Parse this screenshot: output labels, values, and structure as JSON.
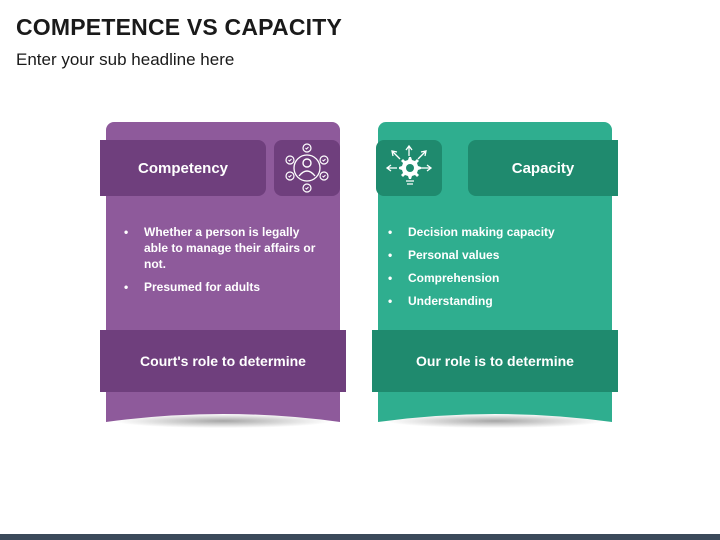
{
  "slide": {
    "title": "COMPETENCE VS CAPACITY",
    "subtitle": "Enter your sub headline here"
  },
  "cards": {
    "left": {
      "heading": "Competency",
      "icon": "person-network-icon",
      "bullets": [
        "Whether a person is legally able to manage their affairs or not.",
        "Presumed for adults"
      ],
      "footer": "Court's role to determine",
      "color_main": "#8e5a9b",
      "color_dark": "#6f3f7d"
    },
    "right": {
      "heading": "Capacity",
      "icon": "gear-head-icon",
      "bullets": [
        "Decision making capacity",
        "Personal values",
        "Comprehension",
        "Understanding"
      ],
      "footer": "Our role is to determine",
      "color_main": "#2fae8f",
      "color_dark": "#1f8a6e"
    }
  }
}
